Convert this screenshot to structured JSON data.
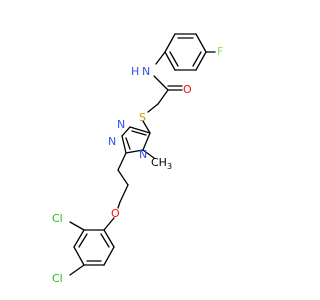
{
  "atoms": {
    "fluorine": "F",
    "amide_nitrogen": "N",
    "amide_hydrogen": "H",
    "carbonyl_oxygen": "O",
    "sulfur": "S",
    "triazole_n1": "N",
    "triazole_n2": "N",
    "triazole_n4": "N",
    "methyl": "CH",
    "methyl_subscript": "3",
    "ether_oxygen": "O",
    "chlorine_ortho": "Cl",
    "chlorine_para": "Cl"
  },
  "colors": {
    "bond": "#000000",
    "fluorine": "#90e050",
    "nitrogen": "#3050f8",
    "oxygen": "#ff0d0d",
    "sulfur": "#c8a000",
    "chlorine": "#1fc01f",
    "carbon": "#000000"
  }
}
